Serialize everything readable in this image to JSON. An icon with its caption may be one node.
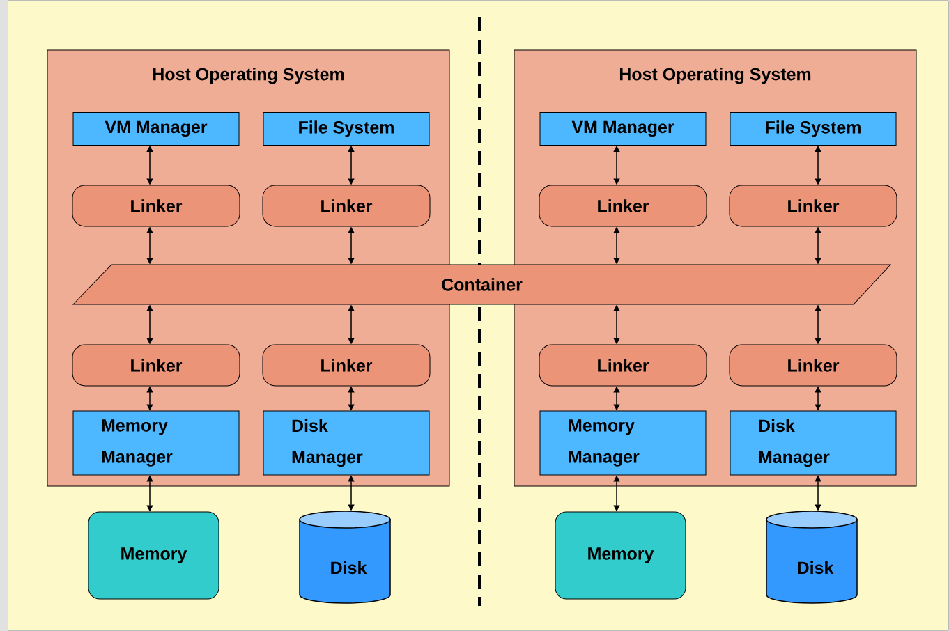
{
  "diagram": {
    "nodes": [
      {
        "text": [
          "Host Operating System"
        ]
      },
      {
        "text": [
          "VM Manager"
        ],
        "in": 0
      },
      {
        "text": [
          "File System"
        ],
        "in": 0
      },
      {
        "text": [
          "Linker"
        ],
        "in": 0
      },
      {
        "text": [
          "Linker"
        ],
        "in": 0
      },
      {
        "text": [
          "Container"
        ]
      },
      {
        "text": [
          "Linker"
        ],
        "in": 0
      },
      {
        "text": [
          "Linker"
        ],
        "in": 0
      },
      {
        "text": [
          "Memory Manager"
        ],
        "in": 0
      },
      {
        "text": [
          "Disk Manager"
        ],
        "in": 0
      },
      {
        "text": [
          "Memory"
        ]
      },
      {
        "text": [
          "Disk"
        ]
      },
      {
        "text": [
          "Host Operating System"
        ]
      },
      {
        "text": [
          "VM Manager"
        ],
        "in": 12
      },
      {
        "text": [
          "File System"
        ],
        "in": 12
      },
      {
        "text": [
          "Linker"
        ],
        "in": 12
      },
      {
        "text": [
          "Linker"
        ],
        "in": 12
      },
      {
        "text": [
          "Linker"
        ],
        "in": 12
      },
      {
        "text": [
          "Linker"
        ],
        "in": 12
      },
      {
        "text": [
          "Memory Manager"
        ],
        "in": 12
      },
      {
        "text": [
          "Disk Manager"
        ],
        "in": 12
      },
      {
        "text": [
          "Memory"
        ]
      },
      {
        "text": [
          "Disk"
        ]
      }
    ],
    "edges": [
      {
        "from": 1,
        "to": 3,
        "arrow": "both"
      },
      {
        "from": 2,
        "to": 4,
        "arrow": "both"
      },
      {
        "from": 3,
        "to": 5,
        "arrow": "both"
      },
      {
        "from": 4,
        "to": 5,
        "arrow": "both"
      },
      {
        "from": 5,
        "to": 6,
        "arrow": "both"
      },
      {
        "from": 5,
        "to": 7,
        "arrow": "both"
      },
      {
        "from": 6,
        "to": 8,
        "arrow": "both"
      },
      {
        "from": 7,
        "to": 9,
        "arrow": "both"
      },
      {
        "from": 8,
        "to": 10,
        "arrow": "both"
      },
      {
        "from": 9,
        "to": 11,
        "arrow": "both"
      },
      {
        "from": 13,
        "to": 15,
        "arrow": "both"
      },
      {
        "from": 14,
        "to": 16,
        "arrow": "both"
      },
      {
        "from": 15,
        "to": 5,
        "arrow": "both"
      },
      {
        "from": 16,
        "to": 5,
        "arrow": "both"
      },
      {
        "from": 5,
        "to": 17,
        "arrow": "both"
      },
      {
        "from": 5,
        "to": 18,
        "arrow": "both"
      },
      {
        "from": 17,
        "to": 19,
        "arrow": "both"
      },
      {
        "from": 18,
        "to": 20,
        "arrow": "both"
      },
      {
        "from": 19,
        "to": 21,
        "arrow": "both"
      },
      {
        "from": 20,
        "to": 22,
        "arrow": "both"
      }
    ]
  }
}
